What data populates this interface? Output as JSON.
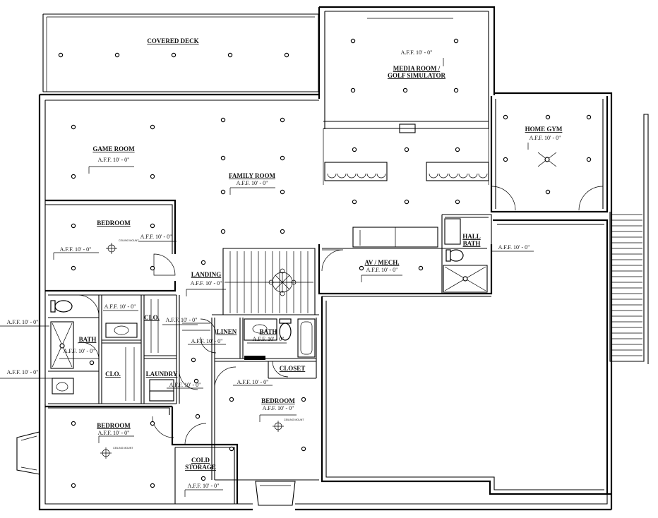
{
  "colors": {
    "line": "#000000",
    "background": "#ffffff"
  },
  "elevation_marks": {
    "standard": "A.F.F. 10' - 0\""
  },
  "rooms": {
    "covered_deck": "COVERED DECK",
    "media_room": [
      "MEDIA ROOM /",
      "GOLF SIMULATOR"
    ],
    "game_room": "GAME ROOM",
    "family_room": "FAMILY ROOM",
    "home_gym": "HOME GYM",
    "bedroom_nw": "BEDROOM",
    "landing": "LANDING",
    "av_mech": "AV / MECH.",
    "hall_bath": [
      "HALL",
      "BATH"
    ],
    "bath_w": "BATH",
    "clo_1": "CLO.",
    "clo_2": "CLO.",
    "laundry": "LAUNDRY",
    "linen": "LINEN",
    "bath_c": "BATH",
    "closet": "CLOSET",
    "bedroom_c": "BEDROOM",
    "bedroom_sw": "BEDROOM",
    "cold_storage": [
      "COLD",
      "STORAGE"
    ]
  },
  "fixture_notes": {
    "ceiling_mount_1": "CEILING MOUNT",
    "ceiling_mount_2": "CEILING MOUNT",
    "ceiling_mount_3": "CEILING MOUNT"
  }
}
